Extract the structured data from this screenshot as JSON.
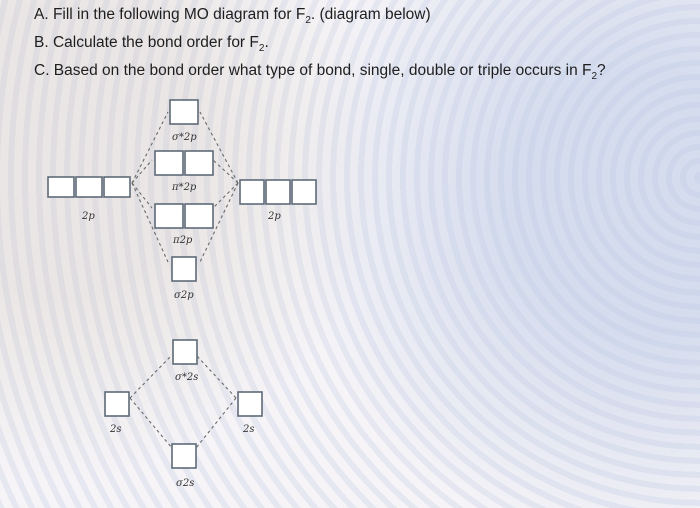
{
  "questions": [
    {
      "prefix": "A. Fill in the following MO diagram for F",
      "sub": "2",
      "suffix": ". (diagram below)"
    },
    {
      "prefix": "B. Calculate the bond order for F",
      "sub": "2",
      "suffix": "."
    },
    {
      "prefix": "C. Based on the bond order what type of bond, single, double or triple occurs in F",
      "sub": "2",
      "suffix": "?"
    }
  ],
  "diagram": {
    "left_2p_label": "2p",
    "right_2p_label": "2p",
    "left_2s_label": "2s",
    "right_2s_label": "2s",
    "mo_labels": {
      "sigma_star_2p": "σ*2p",
      "pi_star_2p": "π*2p",
      "pi_2p": "π2p",
      "sigma_2p": "σ2p",
      "sigma_star_2s": "σ*2s",
      "sigma_2s": "σ2s"
    }
  }
}
